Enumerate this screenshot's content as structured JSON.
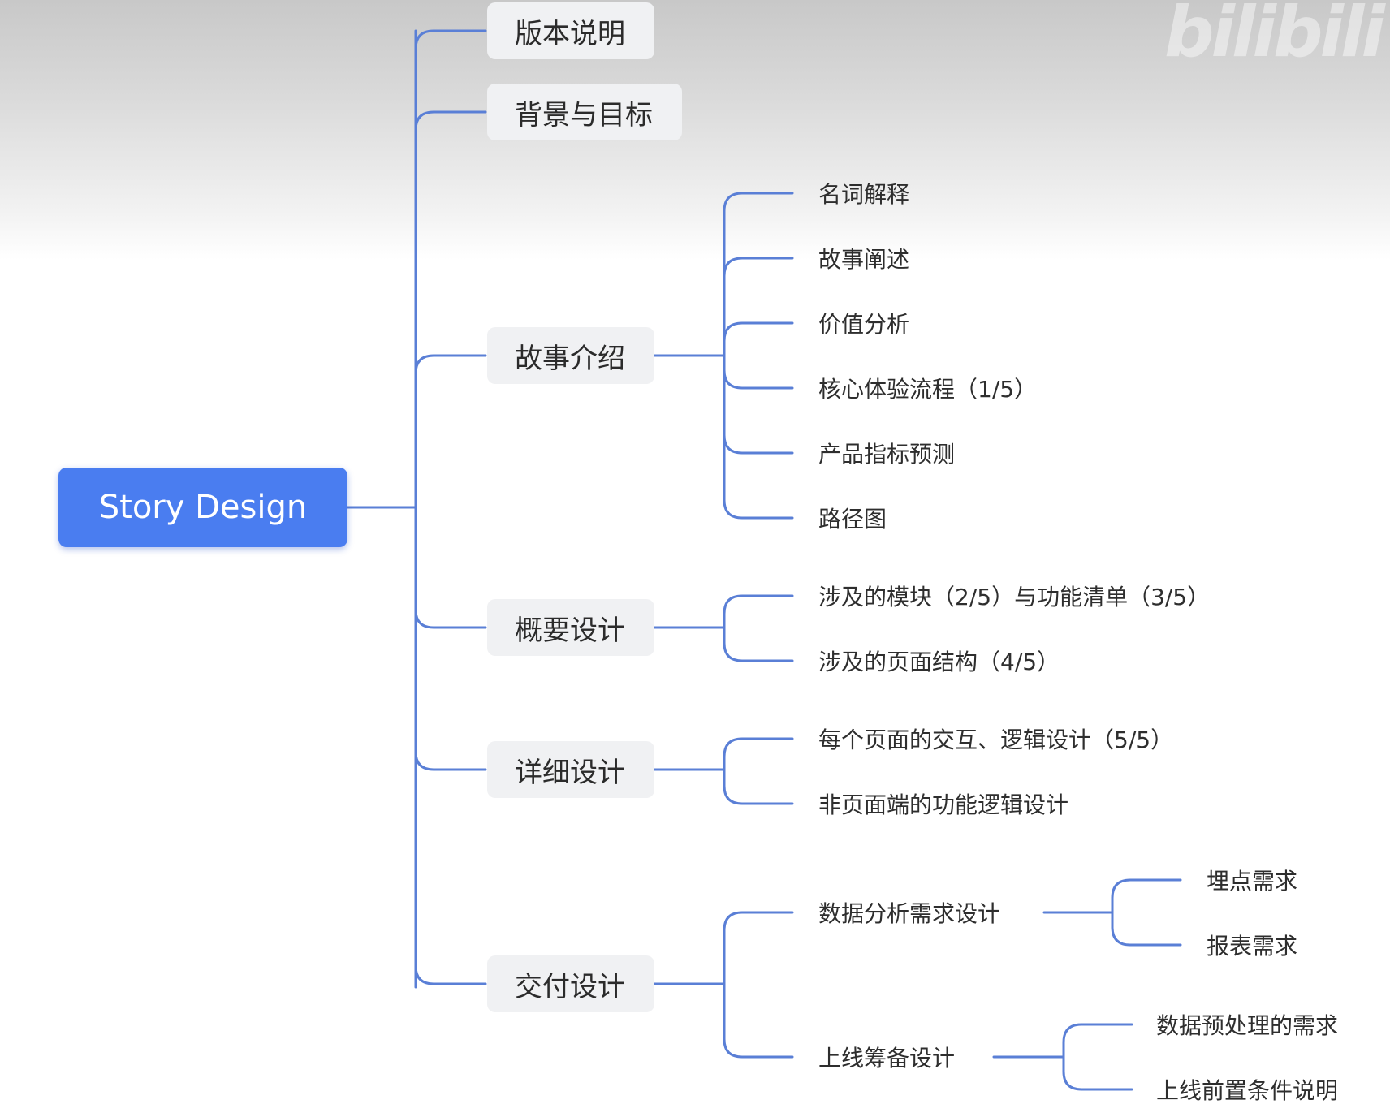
{
  "watermark": "bilibili",
  "root": {
    "label": "Story Design"
  },
  "branches": [
    {
      "label": "版本说明",
      "children": []
    },
    {
      "label": "背景与目标",
      "children": []
    },
    {
      "label": "故事介绍",
      "children": [
        {
          "label": "名词解释"
        },
        {
          "label": "故事阐述"
        },
        {
          "label": "价值分析"
        },
        {
          "label": "核心体验流程（1/5）"
        },
        {
          "label": "产品指标预测"
        },
        {
          "label": "路径图"
        }
      ]
    },
    {
      "label": "概要设计",
      "children": [
        {
          "label": "涉及的模块（2/5）与功能清单（3/5）"
        },
        {
          "label": "涉及的页面结构（4/5）"
        }
      ]
    },
    {
      "label": "详细设计",
      "children": [
        {
          "label": "每个页面的交互、逻辑设计（5/5）"
        },
        {
          "label": "非页面端的功能逻辑设计"
        }
      ]
    },
    {
      "label": "交付设计",
      "children": [
        {
          "label": "数据分析需求设计",
          "children": [
            {
              "label": "埋点需求"
            },
            {
              "label": "报表需求"
            }
          ]
        },
        {
          "label": "上线筹备设计",
          "children": [
            {
              "label": "数据预处理的需求"
            },
            {
              "label": "上线前置条件说明"
            }
          ]
        }
      ]
    }
  ],
  "colors": {
    "root": "#4a7df0",
    "link": "#5a7fd6",
    "branch_bg": "#f0f1f3"
  }
}
